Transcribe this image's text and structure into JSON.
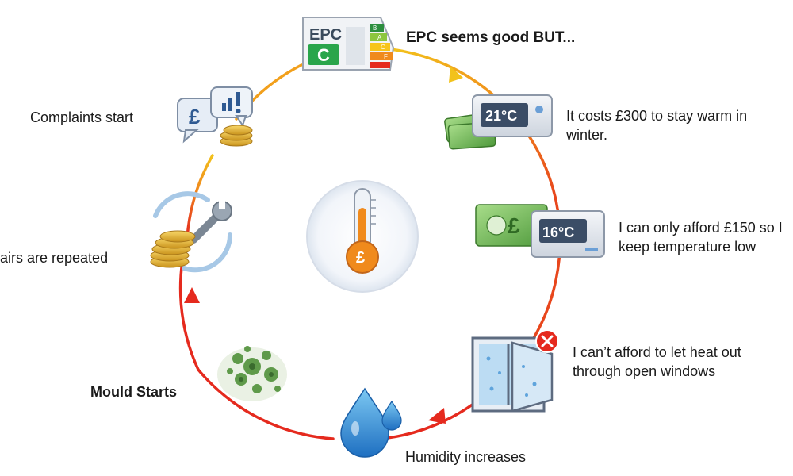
{
  "diagram": {
    "steps": [
      {
        "id": "epc",
        "text": "EPC seems good BUT..."
      },
      {
        "id": "cost",
        "text": "It costs £300 to stay warm in winter."
      },
      {
        "id": "afford",
        "text": "I can only afford £150 so I keep temperature low"
      },
      {
        "id": "windows",
        "text": "I can’t afford to let heat out through  open windows"
      },
      {
        "id": "humidity",
        "text": "Humidity increases"
      },
      {
        "id": "mould",
        "text": "Mould Starts"
      },
      {
        "id": "repairs",
        "text": "airs are repeated"
      },
      {
        "id": "complaints",
        "text": "Complaints start"
      }
    ],
    "icons": {
      "epc_badge": {
        "title": "EPC",
        "rating": "C",
        "bands": [
          "B",
          "A",
          "C",
          "F"
        ]
      },
      "thermostat_warm": {
        "reading": "21°C"
      },
      "thermostat_low": {
        "reading": "16°C",
        "currency": "£"
      },
      "center_thermometer": {
        "symbol": "£"
      },
      "complaints_bubble": {
        "symbol": "£"
      }
    },
    "colors": {
      "cycle_yellow": "#f2c21b",
      "cycle_orange": "#f08a1c",
      "cycle_red": "#e52a1e",
      "arrow_red": "#e52a1e",
      "text": "#1a1a1a"
    }
  }
}
